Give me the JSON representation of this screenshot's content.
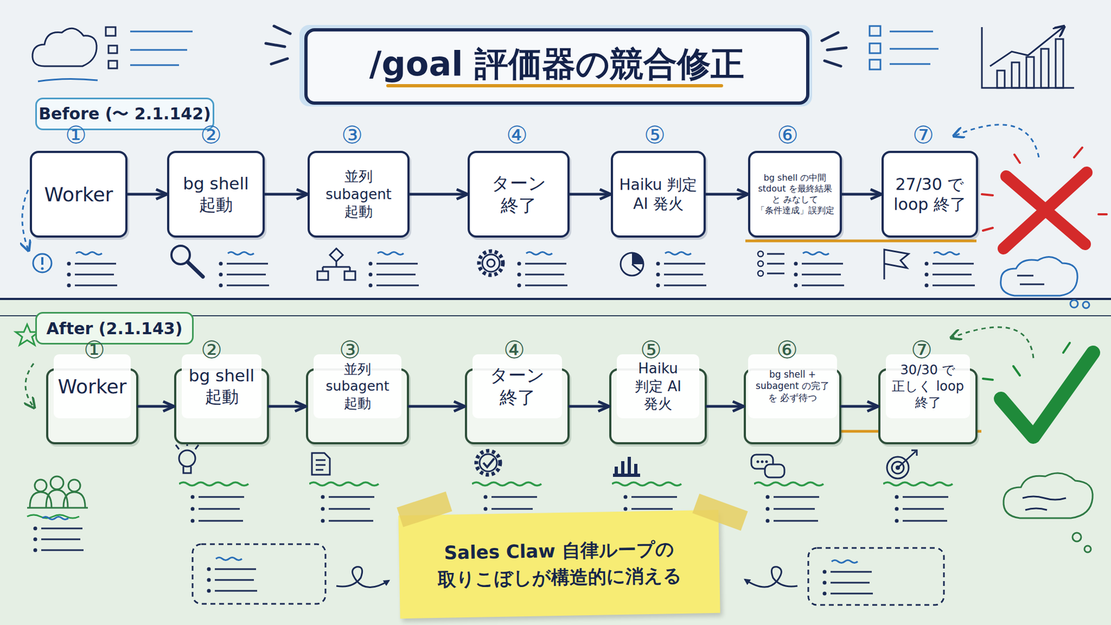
{
  "diagram": {
    "title": "/goal 評価器の競合修正",
    "nodes": [
      {
        "text": [
          "Before (〜 2.1.142)"
        ]
      },
      {
        "text": [
          "Worker"
        ]
      },
      {
        "text": [
          "bg shell 起動"
        ]
      },
      {
        "text": [
          "並列 subagent 起動"
        ]
      },
      {
        "text": [
          "ターン 終了"
        ]
      },
      {
        "text": [
          "Haiku 判定 AI 発火"
        ]
      },
      {
        "text": [
          "bg shell の中間 stdout を最終結果 と みなして 「条件達成」誤判定"
        ]
      },
      {
        "text": [
          "27/30 で loop 終了"
        ]
      },
      {
        "text": [
          "After (2.1.143)"
        ]
      },
      {
        "text": [
          "Worker"
        ]
      },
      {
        "text": [
          "bg shell 起動"
        ]
      },
      {
        "text": [
          "並列 subagent 起動"
        ]
      },
      {
        "text": [
          "ターン 終了"
        ]
      },
      {
        "text": [
          "Haiku 判定 AI 発火"
        ]
      },
      {
        "text": [
          "bg shell + subagent の完了 を 必ず待つ"
        ]
      },
      {
        "text": [
          "30/30 で 正しく loop 終了"
        ]
      },
      {
        "text": [
          "Sales Claw 自律ループの 取りこぼしが構造的に消える"
        ]
      }
    ],
    "edges": [
      {
        "from": 1,
        "to": 2,
        "arrow": "to"
      },
      {
        "from": 2,
        "to": 3,
        "arrow": "to"
      },
      {
        "from": 3,
        "to": 4,
        "arrow": "to"
      },
      {
        "from": 4,
        "to": 5,
        "arrow": "to"
      },
      {
        "from": 5,
        "to": 6,
        "arrow": "to"
      },
      {
        "from": 6,
        "to": 7,
        "arrow": "to"
      },
      {
        "from": 9,
        "to": 10,
        "arrow": "to"
      },
      {
        "from": 10,
        "to": 11,
        "arrow": "to"
      },
      {
        "from": 11,
        "to": 12,
        "arrow": "to"
      },
      {
        "from": 12,
        "to": 13,
        "arrow": "to"
      },
      {
        "from": 13,
        "to": 14,
        "arrow": "to"
      },
      {
        "from": 14,
        "to": 15,
        "arrow": "to"
      }
    ],
    "labels": [
      "①",
      "②",
      "③",
      "④",
      "⑤",
      "⑥",
      "⑦",
      "①",
      "②",
      "③",
      "④",
      "⑤",
      "⑥",
      "⑦"
    ]
  }
}
